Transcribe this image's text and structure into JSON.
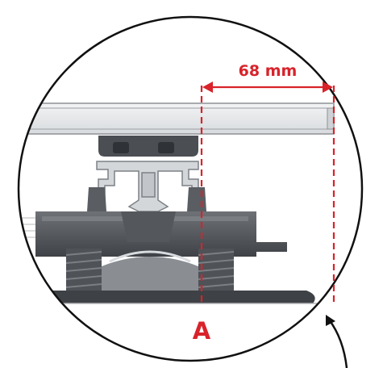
{
  "dimension": {
    "value": 68,
    "unit": "mm",
    "text": "68 mm"
  },
  "marker_label": "A",
  "colors": {
    "dimension": "#d8232a",
    "outline": "#111111",
    "pedestal_dark": "#4a4d52",
    "pedestal_mid": "#6a6d72",
    "pedestal_light": "#8c9095",
    "rail_fill": "#e6e8ea",
    "profile_fill": "#c9ccd0"
  },
  "icons": [
    "arrow-pointer-icon"
  ]
}
